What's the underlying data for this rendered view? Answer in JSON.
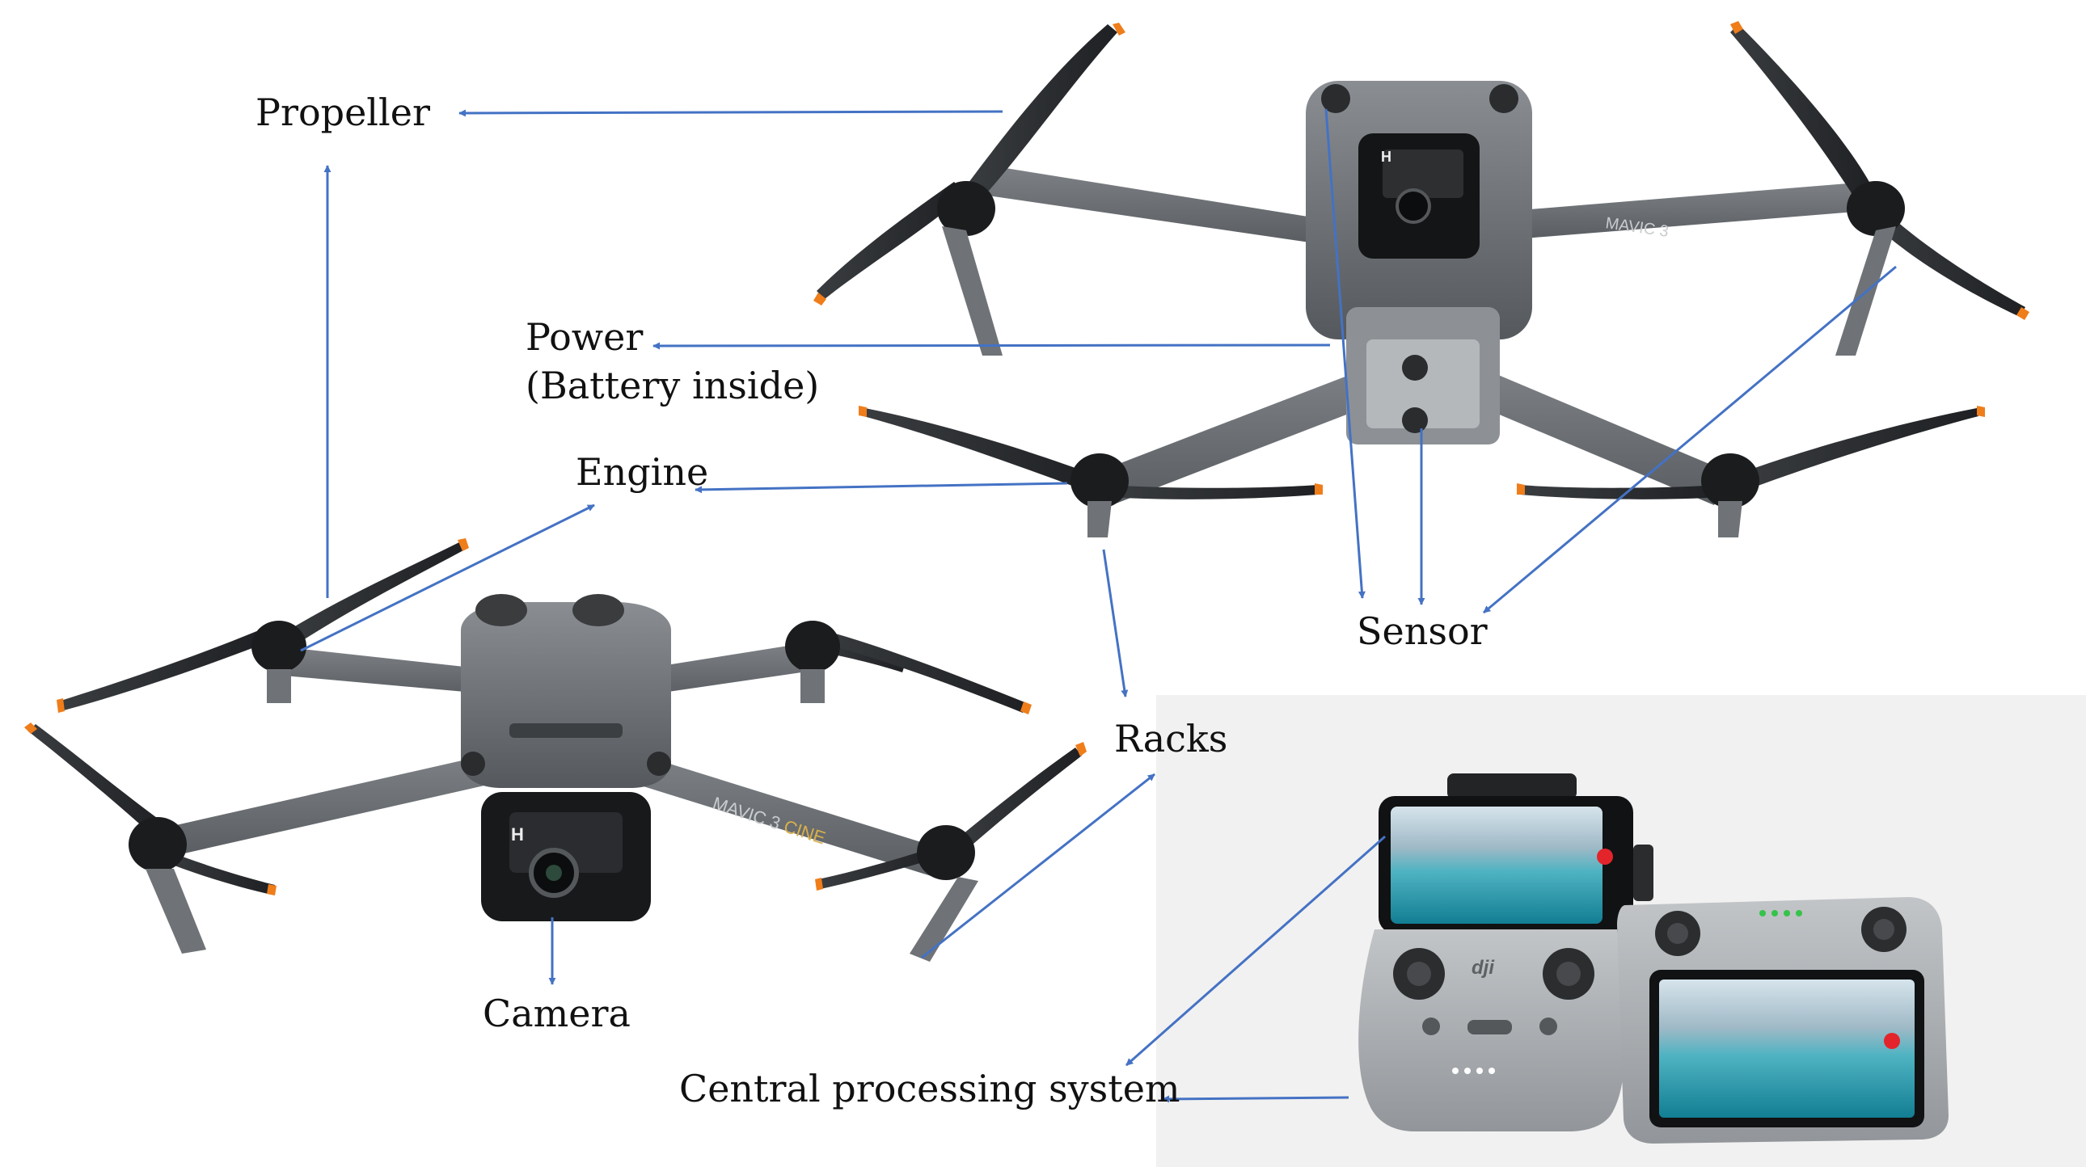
{
  "labels": {
    "propeller": "Propeller",
    "power_line1": "Power",
    "power_line2": "(Battery inside)",
    "engine": "Engine",
    "sensor": "Sensor",
    "racks": "Racks",
    "camera": "Camera",
    "cps": "Central processing system"
  },
  "product_text": {
    "model_top": "MAVIC 3",
    "model_bottom_a": "MAVIC 3 ",
    "model_bottom_b": "CINE",
    "brand": "dji"
  },
  "colors": {
    "arrow": "#4472C4",
    "body": "#5f6366",
    "body_light": "#7b7f83",
    "arm": "#6b6f73",
    "blade": "#2b2e31",
    "tip": "#ef7d1a",
    "motor": "#1b1c1e",
    "controller": "#a9adb1",
    "screen_sea": "#2aa0b5",
    "panel_bg": "#f1f1f1"
  }
}
